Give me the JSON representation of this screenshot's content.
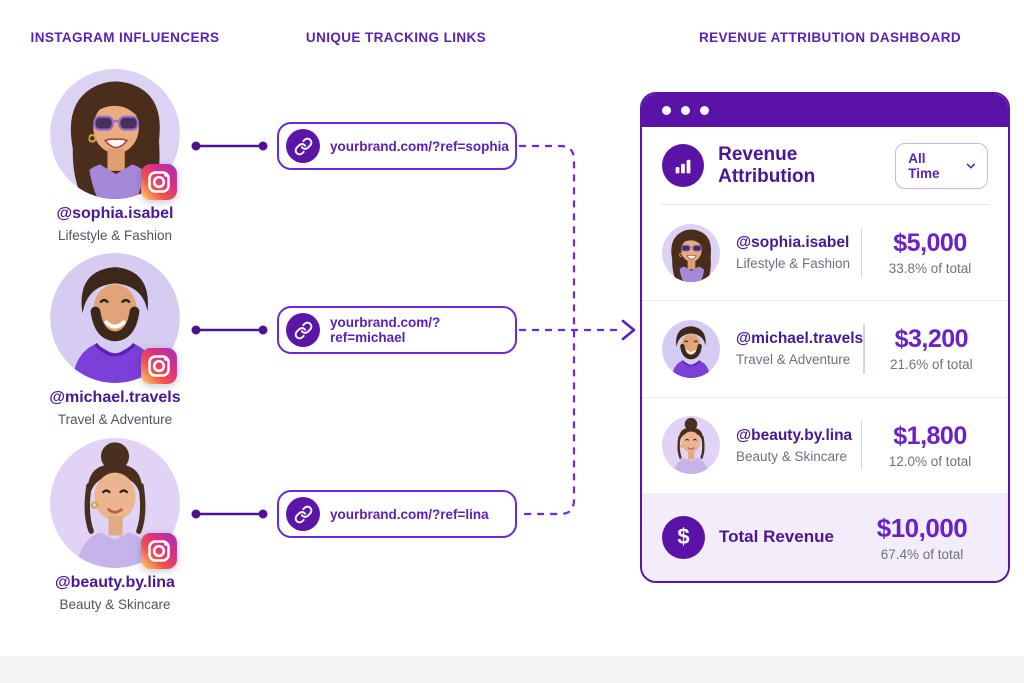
{
  "headers": {
    "influencers": "INSTAGRAM INFLUENCERS",
    "links": "UNIQUE TRACKING LINKS",
    "dashboard": "REVENUE ATTRIBUTION DASHBOARD"
  },
  "influencers": [
    {
      "handle": "@sophia.isabel",
      "niche": "Lifestyle & Fashion",
      "link": "yourbrand.com/?ref=sophia"
    },
    {
      "handle": "@michael.travels",
      "niche": "Travel & Adventure",
      "link": "yourbrand.com/?ref=michael"
    },
    {
      "handle": "@beauty.by.lina",
      "niche": "Beauty & Skincare",
      "link": "yourbrand.com/?ref=lina"
    }
  ],
  "dashboard": {
    "title": "Revenue Attribution",
    "time_filter": "All Time",
    "rows": [
      {
        "handle": "@sophia.isabel",
        "niche": "Lifestyle & Fashion",
        "amount": "$5,000",
        "share": "33.8% of total"
      },
      {
        "handle": "@michael.travels",
        "niche": "Travel & Adventure",
        "amount": "$3,200",
        "share": "21.6% of total"
      },
      {
        "handle": "@beauty.by.lina",
        "niche": "Beauty & Skincare",
        "amount": "$1,800",
        "share": "12.0% of total"
      }
    ],
    "total": {
      "label": "Total Revenue",
      "amount": "$10,000",
      "share": "67.4% of total"
    }
  },
  "icons": {
    "dollar_glyph": "$",
    "names": [
      "window-control-dots",
      "bar-chart-icon",
      "link-icon",
      "instagram-icon",
      "chevron-down-icon",
      "dollar-icon",
      "arrow-right"
    ]
  },
  "colors": {
    "accent_text": "#5B21B6",
    "deep_purple": "#5B13A7",
    "link_border": "#6D28D9",
    "name_text": "#491896",
    "amount_text": "#6B21C8",
    "muted_text": "#6B7280",
    "footer_bg": "#F3ECFB",
    "avatar_bg": "#DCD2F4",
    "connector": "#4A1490"
  }
}
